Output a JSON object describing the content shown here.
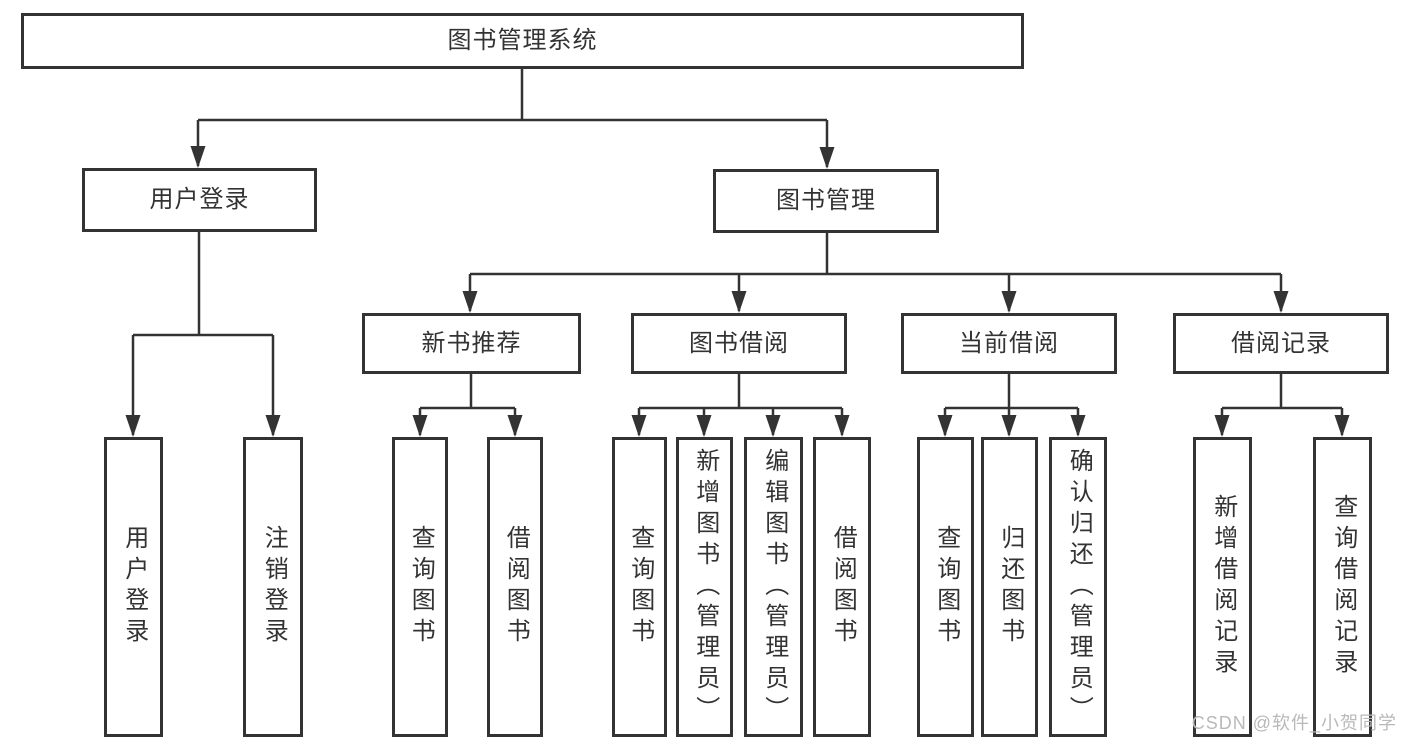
{
  "colors": {
    "line": "#333333",
    "box_border": "#333333",
    "text": "#333333",
    "watermark": "#b9b9b9",
    "background": "#ffffff"
  },
  "diagram_type": "hierarchy-tree",
  "tree": {
    "root": "图书管理系统",
    "level2": [
      {
        "label": "用户登录",
        "leaves": [
          "用户登录",
          "注销登录"
        ]
      },
      {
        "label": "图书管理",
        "sections": [
          {
            "label": "新书推荐",
            "leaves": [
              "查询图书",
              "借阅图书"
            ]
          },
          {
            "label": "图书借阅",
            "leaves": [
              "查询图书",
              "新增图书（管理员）",
              "编辑图书（管理员）",
              "借阅图书"
            ]
          },
          {
            "label": "当前借阅",
            "leaves": [
              "查询图书",
              "归还图书",
              "确认归还（管理员）"
            ]
          },
          {
            "label": "借阅记录",
            "leaves": [
              "新增借阅记录",
              "查询借阅记录"
            ]
          }
        ]
      }
    ]
  },
  "watermark": {
    "text": "CSDN @软件_小贺同学"
  }
}
